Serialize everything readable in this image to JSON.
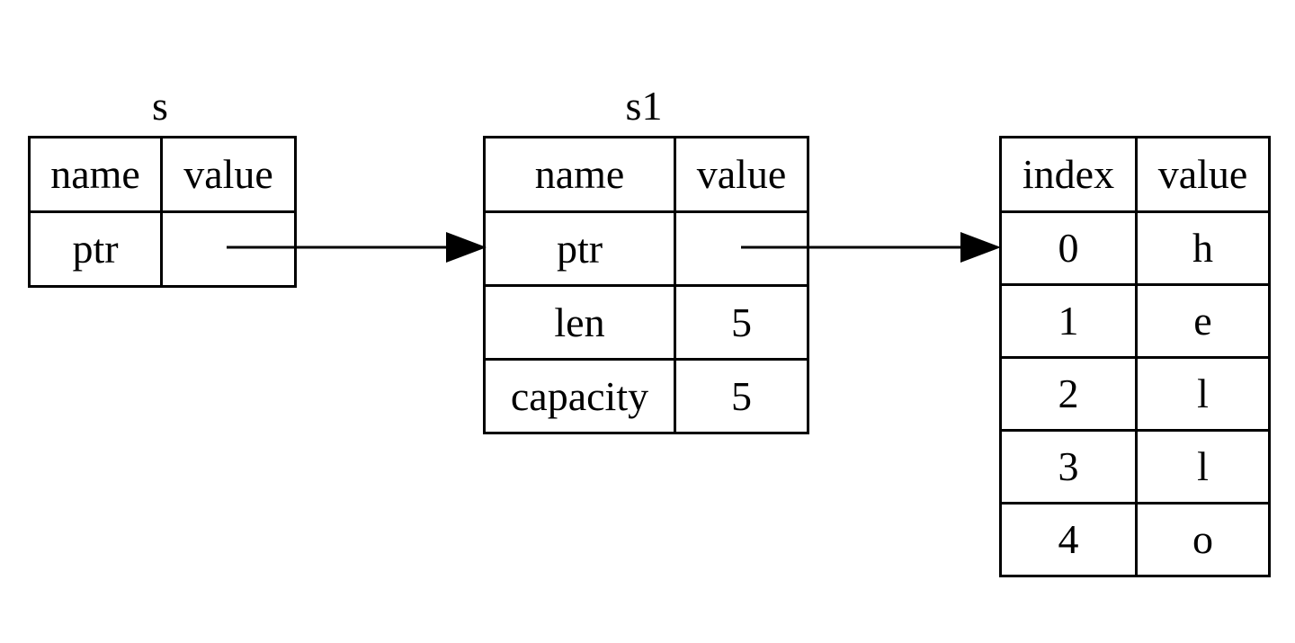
{
  "s": {
    "title": "s",
    "header": [
      "name",
      "value"
    ],
    "rows": [
      [
        "ptr",
        ""
      ]
    ]
  },
  "s1": {
    "title": "s1",
    "header": [
      "name",
      "value"
    ],
    "rows": [
      [
        "ptr",
        ""
      ],
      [
        "len",
        "5"
      ],
      [
        "capacity",
        "5"
      ]
    ]
  },
  "heap": {
    "header": [
      "index",
      "value"
    ],
    "rows": [
      [
        "0",
        "h"
      ],
      [
        "1",
        "e"
      ],
      [
        "2",
        "l"
      ],
      [
        "3",
        "l"
      ],
      [
        "4",
        "o"
      ]
    ]
  }
}
